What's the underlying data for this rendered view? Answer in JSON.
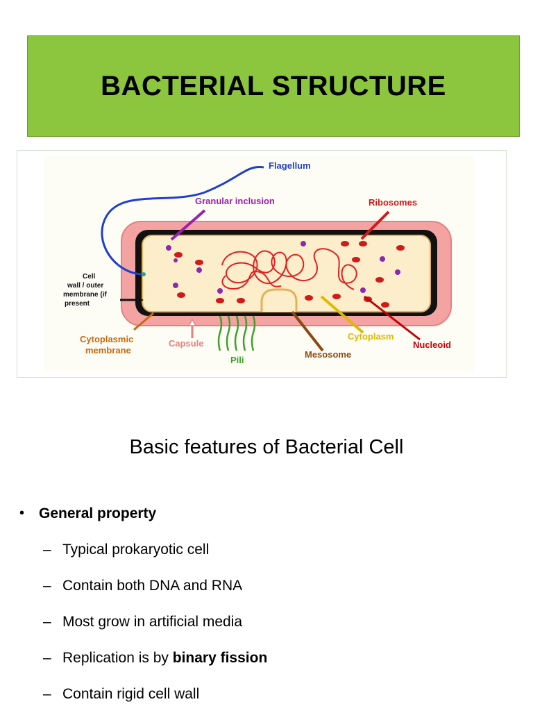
{
  "title": "BACTERIAL STRUCTURE",
  "diagram": {
    "labels": {
      "flagellum": "Flagellum",
      "granular": "Granular inclusion",
      "ribosomes": "Ribosomes",
      "cellwall1": "Cell",
      "cellwall2": "wall / outer",
      "cellwall3": "membrane (if",
      "cellwall4": "present",
      "cytoplasmic1": "Cytoplasmic",
      "cytoplasmic2": "membrane",
      "capsule": "Capsule",
      "pili": "Pili",
      "mesosome": "Mesosome",
      "cytoplasm": "Cytoplasm",
      "nucleoid": "Nucleoid"
    },
    "colors": {
      "flagellum": "#1f3fcc",
      "granular": "#9b1fae",
      "ribosomes": "#d11a1a",
      "cytoplasmic": "#c76a12",
      "capsule": "#e88080",
      "pili": "#3fa02a",
      "mesosome": "#8a4a12",
      "cytoplasm": "#e0b800",
      "nucleoid": "#c40000"
    }
  },
  "subtitle": "Basic features of Bacterial Cell",
  "bullet": {
    "marker": "•",
    "heading": "General property",
    "dash": "–",
    "items": {
      "i1": "Typical prokaryotic cell",
      "i2": "Contain both DNA and RNA",
      "i3": "Most grow in artificial media",
      "i4_prefix": "Replication is by ",
      "i4_bold": "binary fission",
      "i5": "Contain rigid cell wall"
    }
  }
}
